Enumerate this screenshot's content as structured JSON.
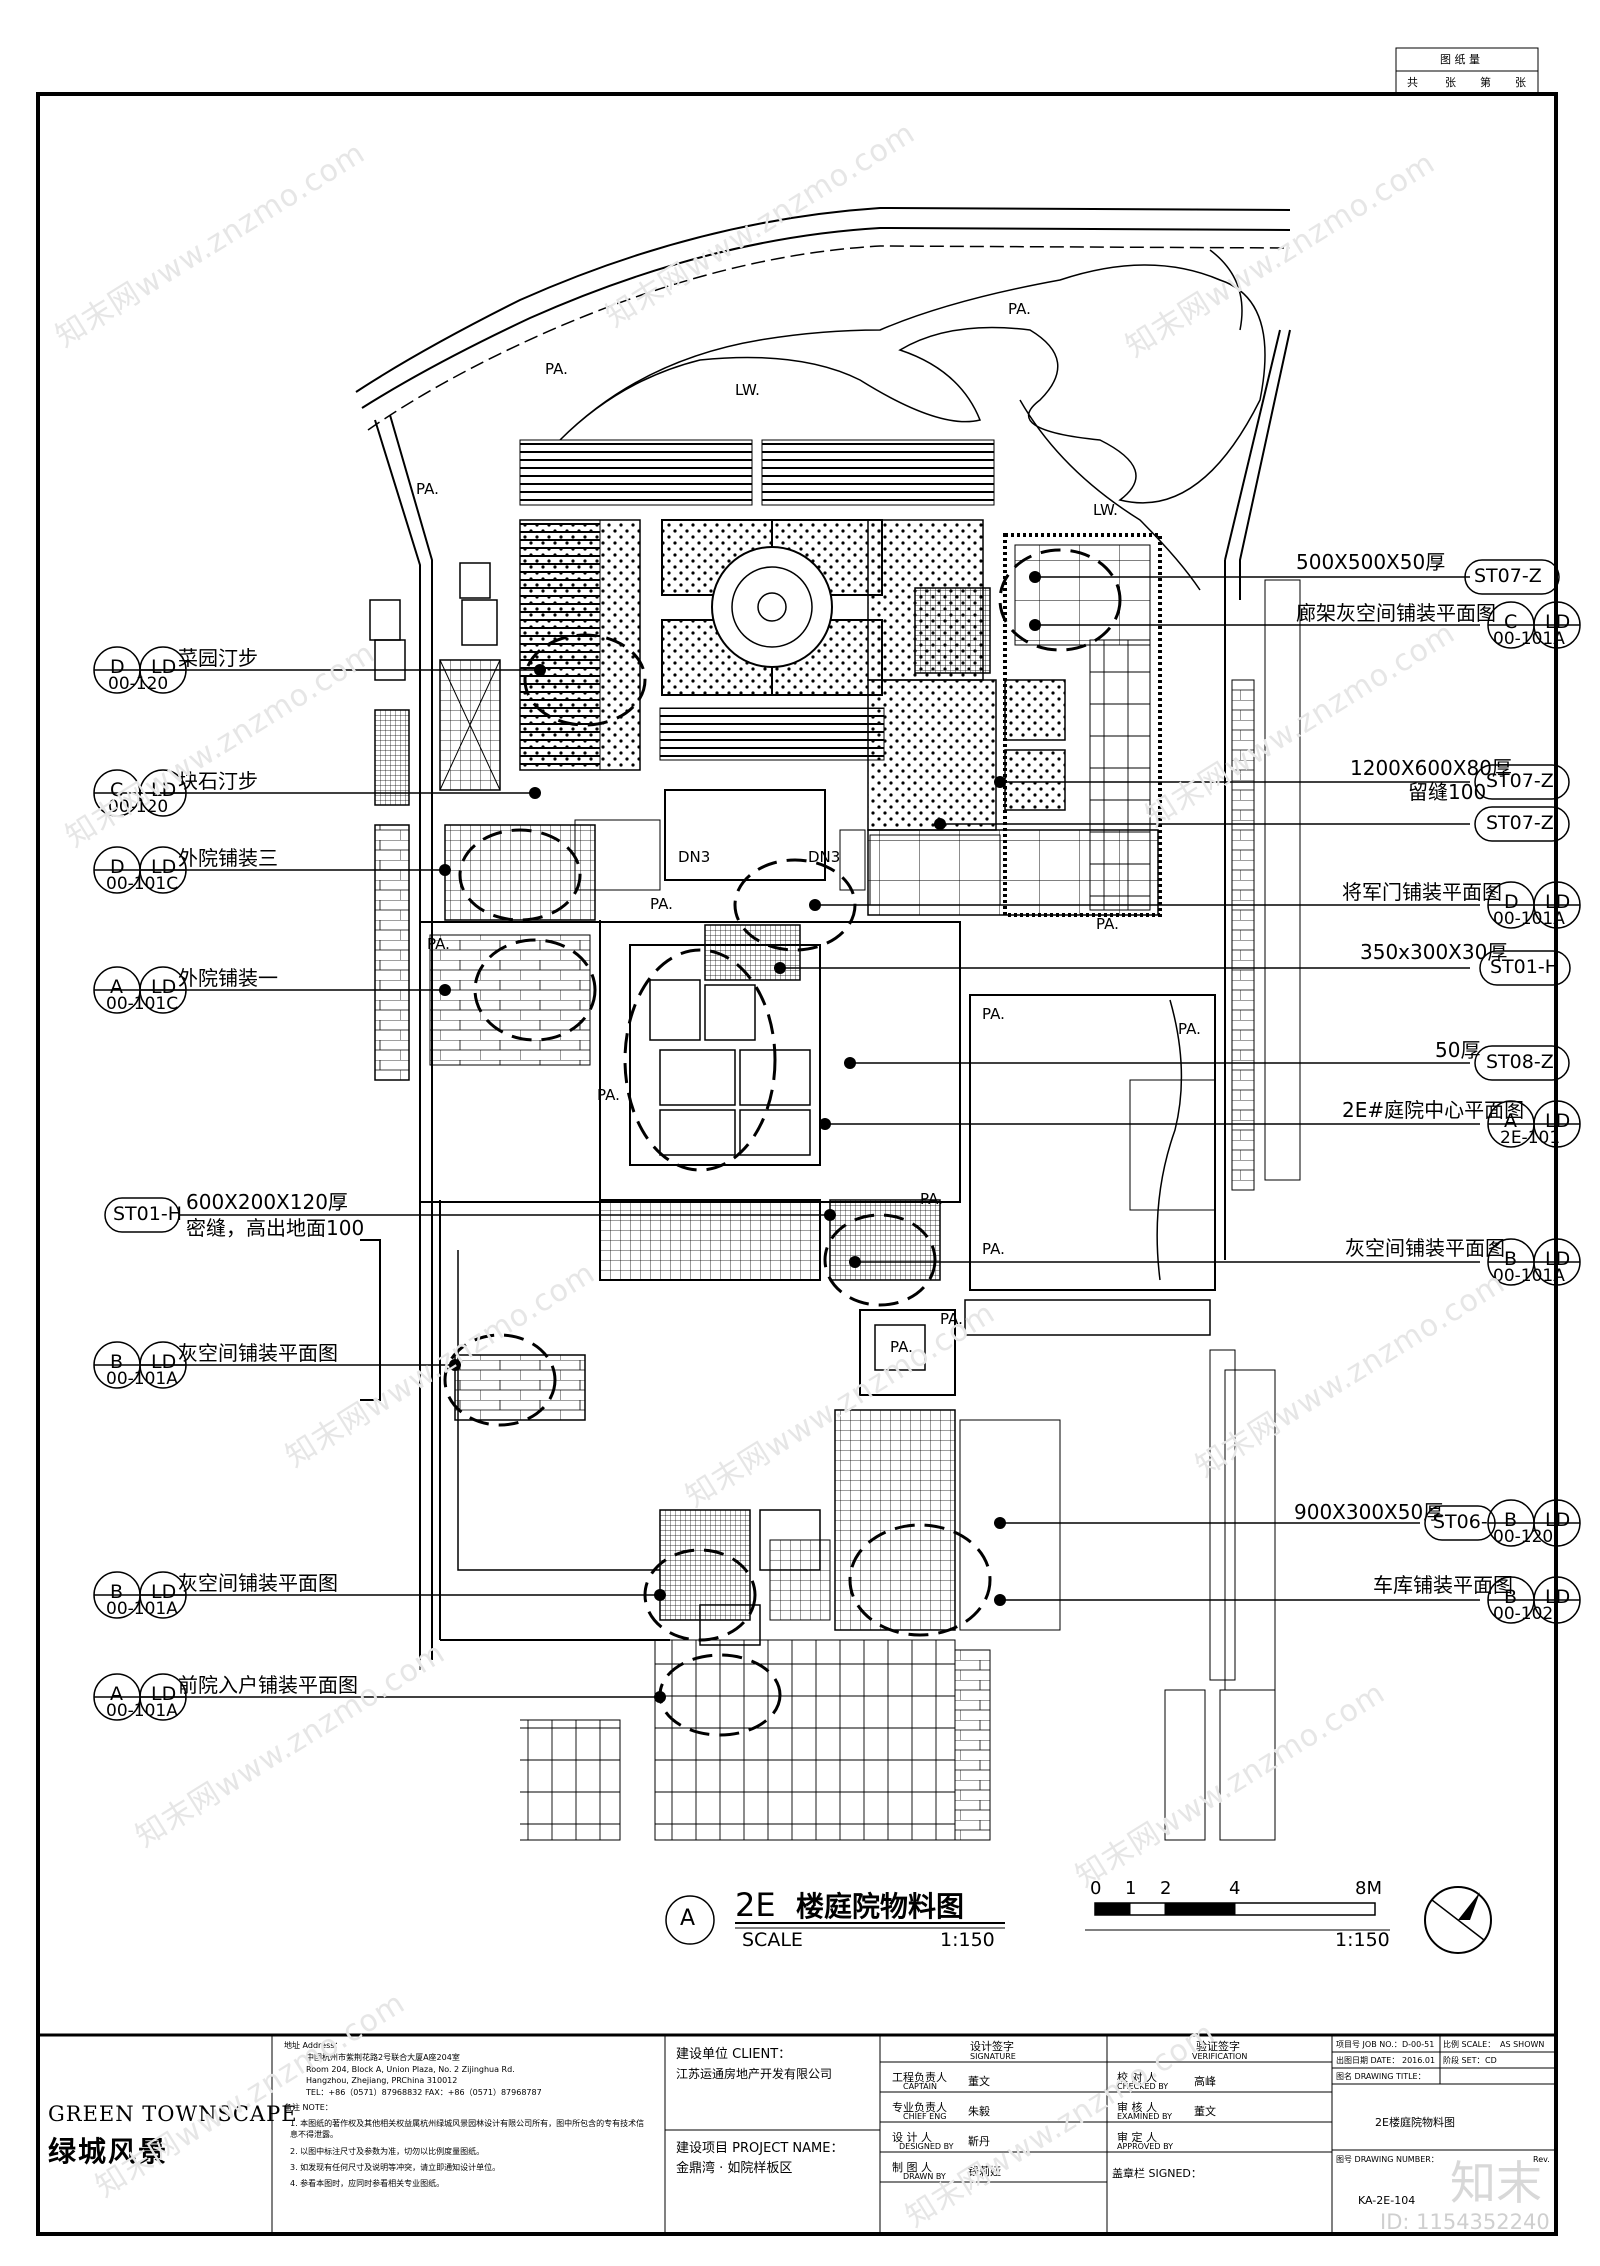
{
  "sheet_counter": {
    "title": "图 纸 量",
    "total_label": "共",
    "sheets_label": "张",
    "no_label": "第",
    "page_label": "张"
  },
  "labels": {
    "pa": "PA.",
    "lw": "LW.",
    "dn3": "DN3"
  },
  "left_callouts": [
    {
      "id": "D",
      "ld": "LD",
      "ref": "00-120",
      "text": "菜园汀步"
    },
    {
      "id": "C",
      "ld": "LD",
      "ref": "00-120",
      "text": "块石汀步"
    },
    {
      "id": "D",
      "ld": "LD",
      "ref": "00-101C",
      "text": "外院铺装三"
    },
    {
      "id": "A",
      "ld": "LD",
      "ref": "00-101C",
      "text": "外院铺装一"
    },
    {
      "id": "B",
      "ld": "LD",
      "ref": "00-101A",
      "text": "灰空间铺装平面图"
    },
    {
      "id": "B",
      "ld": "LD",
      "ref": "00-101A",
      "text": "灰空间铺装平面图"
    },
    {
      "id": "A",
      "ld": "LD",
      "ref": "00-101A",
      "text": "前院入户铺装平面图"
    }
  ],
  "st01_left": {
    "code": "ST01-H",
    "line1": "600X200X120厚",
    "line2": "密缝，高出地面100"
  },
  "right_callouts": [
    {
      "id": "C",
      "ld": "LD",
      "ref": "00-101A",
      "text": "廊架灰空间铺装平面图"
    },
    {
      "id": "D",
      "ld": "LD",
      "ref": "00-101A",
      "text": "将军门铺装平面图"
    },
    {
      "id": "A",
      "ld": "LD",
      "ref": "2E-101",
      "text": "2E#庭院中心平面图"
    },
    {
      "id": "B",
      "ld": "LD",
      "ref": "00-101A",
      "text": "灰空间铺装平面图"
    },
    {
      "id": "B",
      "ld": "LD",
      "ref": "00-120",
      "text": "900X300X50厚"
    },
    {
      "id": "B",
      "ld": "LD",
      "ref": "00-102",
      "text": "车库铺装平面图"
    }
  ],
  "material_tags": [
    {
      "code": "ST07-Z",
      "text": "500X500X50厚"
    },
    {
      "code": "ST07-Z",
      "text": "1200X600X80厚",
      "text2": "留缝100"
    },
    {
      "code": "ST07-Z",
      "text": ""
    },
    {
      "code": "ST01-H",
      "text": "350x300X30厚"
    },
    {
      "code": "ST08-Z",
      "text": "50厚"
    },
    {
      "code": "ST06-",
      "text": ""
    }
  ],
  "title_block": {
    "id": "A",
    "title_prefix": "2E",
    "title_cn": "楼庭院物料图",
    "scale_label": "SCALE",
    "scale_value": "1:150",
    "bar_ticks": [
      "0",
      "1",
      "2",
      "4",
      "8M"
    ],
    "bar_scale": "1:150"
  },
  "footer": {
    "logo_en": "GREEN TOWNSCAPE",
    "logo_cn": "绿城风景",
    "address_label": "地址 Address：",
    "address_cn": "中国杭州市紫荆花路2号联合大厦A座204室",
    "address_en1": "Room 204, Block A, Union Plaza, No. 2 Zijinghua Rd.",
    "address_en2": "Hangzhou, Zhejiang, PRChina 310012",
    "tel": "TEL：+86（0571）87968832  FAX：+86（0571）87968787",
    "note_label": "备注 NOTE：",
    "notes": [
      "1. 本图纸的著作权及其他相关权益属杭州绿城风景园林设计有限公司所有，图中所包含的专有技术信息不得泄露。",
      "2. 以图中标注尺寸及参数为准，切勿以比例度量图纸。",
      "3. 如发现有任何尺寸及说明等冲突，请立即通知设计单位。",
      "4. 参看本图时，应同时参看相关专业图纸。"
    ],
    "client_label": "建设单位 CLIENT：",
    "client_value": "江苏运通房地产开发有限公司",
    "project_label": "建设项目 PROJECT NAME：",
    "project_value": "金鼎湾 · 如院样板区",
    "signature_title": "设计签字",
    "signature_en": "SIGNATURE",
    "signature_rows": [
      {
        "role": "工程负责人",
        "en": "CAPTAIN",
        "name": "董文"
      },
      {
        "role": "专业负责人",
        "en": "CHIEF ENG",
        "name": "朱毅"
      },
      {
        "role": "设 计 人",
        "en": "DESIGNED BY",
        "name": "靳丹"
      },
      {
        "role": "制 图 人",
        "en": "DRAWN BY",
        "name": "钱莉娅"
      }
    ],
    "verification_title": "验证签字",
    "verification_en": "VERIFICATION",
    "verification_rows": [
      {
        "role": "校 对 人",
        "en": "CHECKED BY",
        "name": "高峰"
      },
      {
        "role": "审 核 人",
        "en": "EXAMINED BY",
        "name": "董文"
      },
      {
        "role": "审 定 人",
        "en": "APPROVED BY",
        "name": ""
      }
    ],
    "stamp_label": "盖章栏 SIGNED：",
    "job_no_label": "项目号 JOB NO.：",
    "job_no": "D-00-51",
    "scale_label": "比例 SCALE：",
    "scale_value": "AS SHOWN",
    "date_label": "出图日期 DATE：",
    "date_value": "2016.01",
    "phase_label": "阶段 SET：",
    "phase_value": "CD",
    "drawing_title_label": "图名 DRAWING TITLE：",
    "drawing_title": "2E楼庭院物料图",
    "drawing_number_label": "图号 DRAWING NUMBER：",
    "drawing_number": "KA-2E-104",
    "rev_label": "Rev."
  },
  "watermark": {
    "text": "知末网www.znzmo.com",
    "brand": "知末",
    "id": "ID: 1154352240"
  }
}
